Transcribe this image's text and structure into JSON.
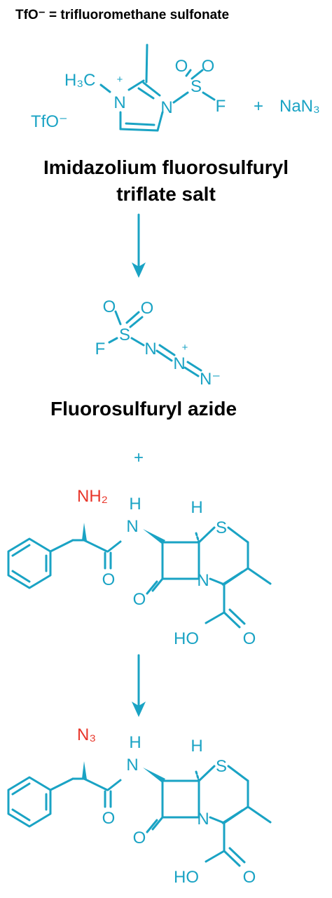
{
  "definition": "TfO⁻ = trifluoromethane sulfonate",
  "reagent_title_line1": "Imidazolium fluorosulfuryl",
  "reagent_title_line2": "triflate salt",
  "azide_title": "Fluorosulfuryl azide",
  "plus": "+",
  "colors": {
    "structure": "#1aa3c4",
    "highlight": "#e8362a",
    "heading": "#000000"
  },
  "reagent": {
    "h3c": "H₃C",
    "n_plus": "N",
    "plus_charge": "+",
    "n_ring": "N",
    "s": "S",
    "o1": "O",
    "o2": "O",
    "f": "F",
    "tfo": "TfO⁻",
    "nan3": "NaN₃"
  },
  "azide": {
    "o1": "O",
    "o2": "O",
    "s": "S",
    "f": "F",
    "n1": "N",
    "n2": "N",
    "n2_charge": "+",
    "n3": "N⁻"
  },
  "cephalexin": {
    "amine": "NH₂",
    "nh_h": "H",
    "nh_n": "N",
    "o_amide": "O",
    "h_ring": "H",
    "s": "S",
    "n": "N",
    "o_lactam": "O",
    "ho": "HO",
    "o_acid": "O"
  },
  "product": {
    "azide_group": "N₃",
    "nh_h": "H",
    "nh_n": "N",
    "o_amide": "O",
    "h_ring": "H",
    "s": "S",
    "n": "N",
    "o_lactam": "O",
    "ho": "HO",
    "o_acid": "O"
  }
}
